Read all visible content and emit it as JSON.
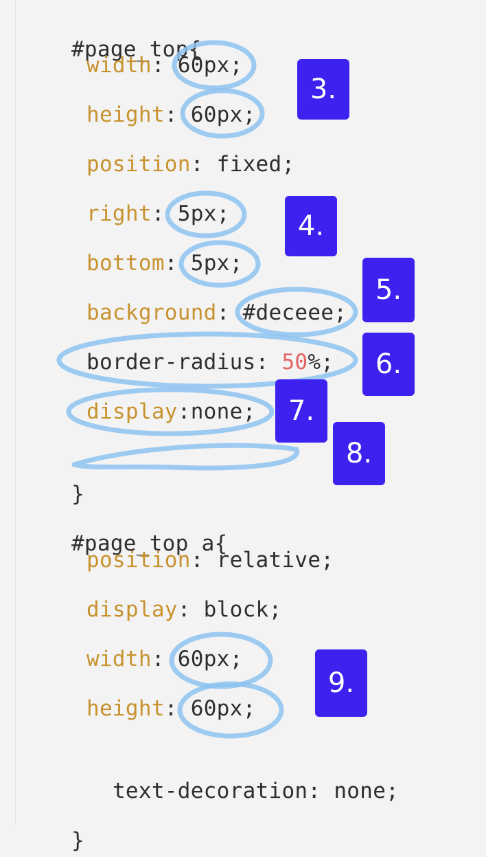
{
  "code": {
    "l1": {
      "selector": "#page_top{"
    },
    "l2": {
      "prop": "width",
      "colon": ":",
      "value": " 60px;"
    },
    "l3": {
      "prop": "height",
      "colon": ":",
      "value": " 60px;"
    },
    "l4": {
      "prop": "position",
      "colon": ":",
      "value": " fixed;"
    },
    "l5": {
      "prop": "right",
      "colon": ":",
      "value": " 5px;"
    },
    "l6": {
      "prop": "bottom",
      "colon": ":",
      "value": " 5px;"
    },
    "l7": {
      "prop": "background",
      "colon": ":",
      "value": " #deceee;"
    },
    "l8": {
      "text_pre": "border-radius: ",
      "num": "50",
      "text_post": "%;"
    },
    "l9": {
      "prop": "display",
      "colon": ":",
      "value": "none;"
    },
    "l10": {
      "close": "}"
    },
    "l11": {
      "selector": "#page_top a{"
    },
    "l12": {
      "prop": "position",
      "colon": ":",
      "value": " relative;"
    },
    "l13": {
      "prop": "display",
      "colon": ":",
      "value": " block;"
    },
    "l14": {
      "prop": "width",
      "colon": ":",
      "value": " 60px;"
    },
    "l15": {
      "prop": "height",
      "colon": ":",
      "value": " 60px;"
    },
    "l16": {
      "text": "text-decoration: none;"
    },
    "l17": {
      "close": "}"
    }
  },
  "badges": {
    "b3": "3.",
    "b4": "4.",
    "b5": "5.",
    "b6": "6.",
    "b7": "7.",
    "b8": "8.",
    "b9": "9."
  },
  "colors": {
    "background": "#f3f3f4",
    "property": "#c8922e",
    "number": "#e26363",
    "text": "#2e2e2e",
    "badge": "#3d22ef",
    "highlight": "#8cc2ee"
  }
}
